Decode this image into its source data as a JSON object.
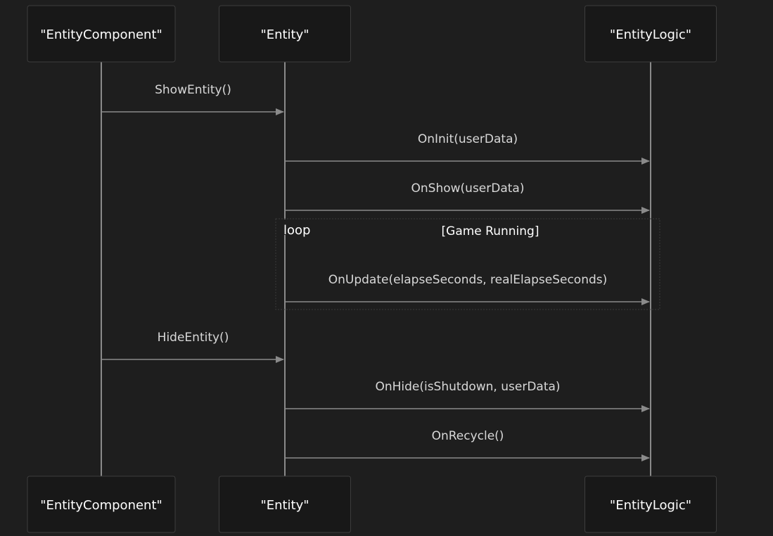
{
  "actors": [
    {
      "id": "component",
      "label": "\"EntityComponent\""
    },
    {
      "id": "entity",
      "label": "\"Entity\""
    },
    {
      "id": "logic",
      "label": "\"EntityLogic\""
    }
  ],
  "messages": [
    {
      "from": "component",
      "to": "entity",
      "label": "ShowEntity()"
    },
    {
      "from": "entity",
      "to": "logic",
      "label": "OnInit(userData)"
    },
    {
      "from": "entity",
      "to": "logic",
      "label": "OnShow(userData)"
    },
    {
      "from": "entity",
      "to": "logic",
      "label": "OnUpdate(elapseSeconds, realElapseSeconds)"
    },
    {
      "from": "component",
      "to": "entity",
      "label": "HideEntity()"
    },
    {
      "from": "entity",
      "to": "logic",
      "label": "OnHide(isShutdown, userData)"
    },
    {
      "from": "entity",
      "to": "logic",
      "label": "OnRecycle()"
    }
  ],
  "loop": {
    "keyword": "loop",
    "condition": "[Game Running]",
    "contains_message_index": 3
  },
  "colors": {
    "background": "#1e1e1e",
    "actor_fill": "#181818",
    "line": "#8a8a8a",
    "text": "#ffffff"
  }
}
